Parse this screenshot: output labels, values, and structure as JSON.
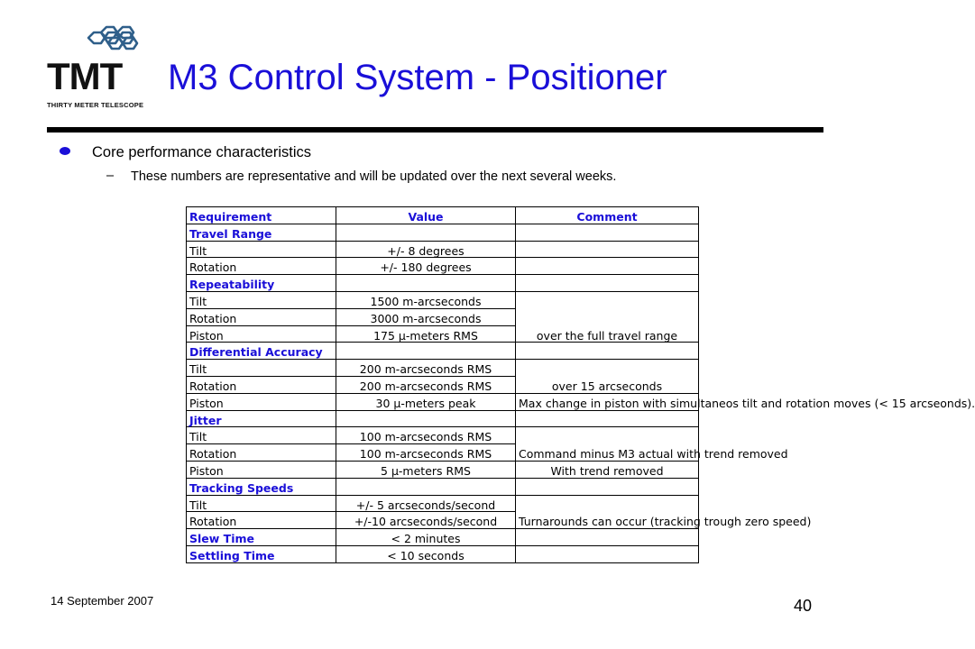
{
  "logo": {
    "wordmark": "TMT",
    "subtitle": "THIRTY METER TELESCOPE"
  },
  "title": "M3 Control System - Positioner",
  "bullets": {
    "main": "Core performance characteristics",
    "sub_marker": "–",
    "sub": "These numbers are representative and will be updated over the next several weeks."
  },
  "table": {
    "headers": [
      "Requirement",
      "Value",
      "Comment"
    ],
    "sections": {
      "travel_range": "Travel Range",
      "repeatability": "Repeatability",
      "differential_accuracy": "Differential Accuracy",
      "jitter": "Jitter",
      "tracking_speeds": "Tracking Speeds",
      "slew_time": "Slew Time",
      "settling_time": "Settling Time"
    },
    "travel": {
      "tilt": {
        "label": "Tilt",
        "value": "+/- 8 degrees"
      },
      "rotation": {
        "label": "Rotation",
        "value": "+/- 180 degrees"
      }
    },
    "repeat": {
      "tilt": {
        "label": "Tilt",
        "value": "1500 m-arcseconds"
      },
      "rotation": {
        "label": "Rotation",
        "value": "3000 m-arcseconds"
      },
      "piston": {
        "label": "Piston",
        "value": "175 µ-meters RMS"
      },
      "comment": "over the full travel range"
    },
    "diff": {
      "tilt": {
        "label": "Tilt",
        "value": "200 m-arcseconds RMS"
      },
      "rotation": {
        "label": "Rotation",
        "value": "200 m-arcseconds RMS"
      },
      "comment": "over 15 arcseconds",
      "piston": {
        "label": "Piston",
        "value": "30 µ-meters peak",
        "comment": "Max change in piston with simultaneos tilt and rotation moves (< 15 arcseonds)."
      }
    },
    "jitter": {
      "tilt": {
        "label": "Tilt",
        "value": "100 m-arcseconds RMS"
      },
      "rotation": {
        "label": "Rotation",
        "value": "100 m-arcseconds RMS"
      },
      "comment": "Command minus M3 actual with trend removed",
      "piston": {
        "label": "Piston",
        "value": "5 µ-meters RMS",
        "comment": "With trend removed"
      }
    },
    "tracking": {
      "tilt": {
        "label": "Tilt",
        "value": "+/- 5 arcseconds/second"
      },
      "rotation": {
        "label": "Rotation",
        "value": "+/-10 arcseconds/second"
      },
      "comment": "Turnarounds can occur (tracking trough zero speed)"
    },
    "slew_value": "< 2 minutes",
    "settling_value": "< 10 seconds"
  },
  "footer": {
    "date": "14 September 2007",
    "page": "40"
  },
  "colors": {
    "accent": "#1a0fd8",
    "text": "#000000"
  }
}
